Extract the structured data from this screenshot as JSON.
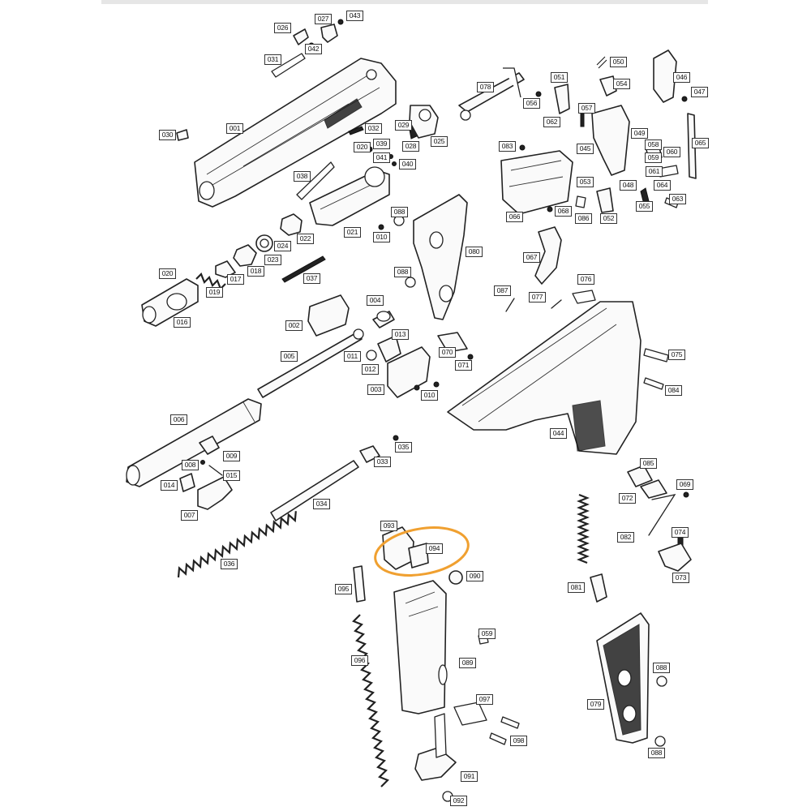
{
  "parts": {
    "p026": "026",
    "p027": "027",
    "p043": "043",
    "p042": "042",
    "p031": "031",
    "p030": "030",
    "p001": "001",
    "p032": "032",
    "p020a": "020",
    "p039": "039",
    "p041": "041",
    "p040": "040",
    "p029": "029",
    "p028": "028",
    "p025": "025",
    "p038": "038",
    "p021": "021",
    "p022": "022",
    "p024": "024",
    "p023": "023",
    "p018": "018",
    "p017": "017",
    "p019": "019",
    "p020b": "020",
    "p016": "016",
    "p037": "037",
    "p010a": "010",
    "p088a": "088",
    "p080": "080",
    "p088b": "088",
    "p078": "078",
    "p056": "056",
    "p051": "051",
    "p062": "062",
    "p050": "050",
    "p054": "054",
    "p057": "057",
    "p046": "046",
    "p047": "047",
    "p083": "083",
    "p045": "045",
    "p049": "049",
    "p058": "058",
    "p059a": "059",
    "p060": "060",
    "p061": "061",
    "p065": "065",
    "p053": "053",
    "p048": "048",
    "p064": "064",
    "p063": "063",
    "p055": "055",
    "p066": "066",
    "p068": "068",
    "p086": "086",
    "p052": "052",
    "p067": "067",
    "p076": "076",
    "p087": "087",
    "p077": "077",
    "p075": "075",
    "p084": "084",
    "p044": "044",
    "p002": "002",
    "p004": "004",
    "p013": "013",
    "p005": "005",
    "p011": "011",
    "p012": "012",
    "p003": "003",
    "p010b": "010",
    "p070": "070",
    "p071": "071",
    "p006": "006",
    "p009": "009",
    "p008": "008",
    "p015": "015",
    "p014": "014",
    "p007": "007",
    "p035": "035",
    "p033": "033",
    "p034": "034",
    "p036": "036",
    "p093": "093",
    "p094": "094",
    "p090": "090",
    "p095": "095",
    "p059b": "059",
    "p096": "096",
    "p089": "089",
    "p097": "097",
    "p098": "098",
    "p091": "091",
    "p092": "092",
    "p085": "085",
    "p069": "069",
    "p072": "072",
    "p082": "082",
    "p081": "081",
    "p074": "074",
    "p073": "073",
    "p079": "079",
    "p088c": "088",
    "p088d": "088"
  },
  "colors": {
    "highlight_ring": "#f0a030",
    "line": "#222222",
    "label_border": "#333333",
    "background": "#ffffff"
  }
}
